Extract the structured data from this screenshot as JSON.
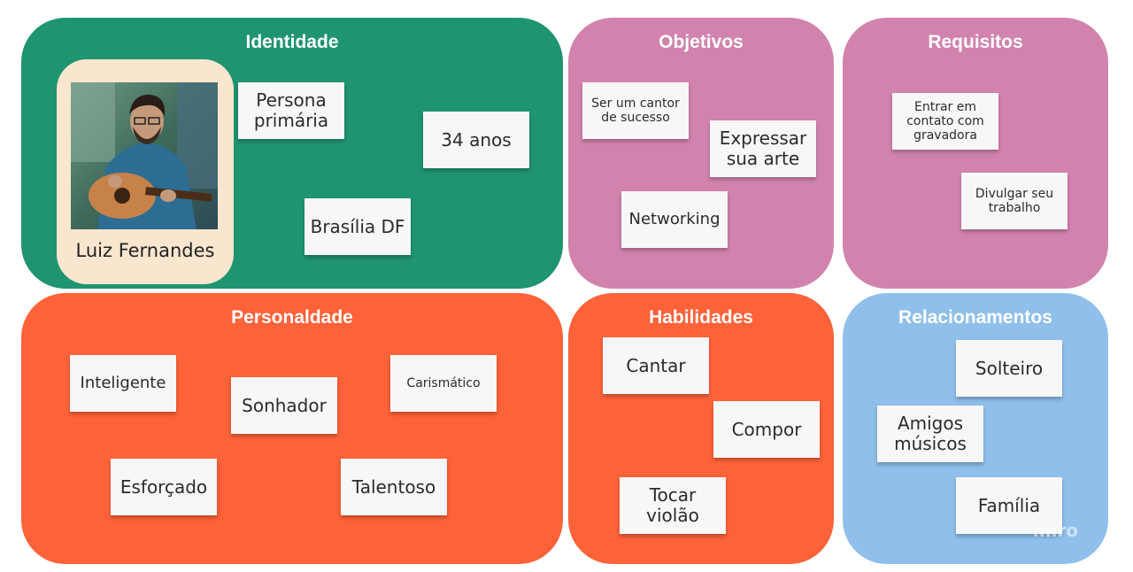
{
  "panels": {
    "identidade": {
      "title": "Identidade",
      "color": "#1f9471"
    },
    "objetivos": {
      "title": "Objetivos",
      "color": "#d183ae"
    },
    "requisitos": {
      "title": "Requisitos",
      "color": "#d183ae"
    },
    "personalidade": {
      "title": "Personaldade",
      "color": "#fe6239"
    },
    "habilidades": {
      "title": "Habilidades",
      "color": "#fe6239"
    },
    "relacionamentos": {
      "title": "Relacionamentos",
      "color": "#8fbfea"
    }
  },
  "persona": {
    "name": "Luiz Fernandes",
    "photo_icon": "guitarist-photo"
  },
  "notes": {
    "identidade": [
      "Persona primária",
      "34 anos",
      "Brasília DF"
    ],
    "objetivos": [
      "Ser um cantor de sucesso",
      "Expressar sua arte",
      "Networking"
    ],
    "requisitos": [
      "Entrar em contato com gravadora",
      "Divulgar seu trabalho"
    ],
    "personalidade": [
      "Inteligente",
      "Sonhador",
      "Carismático",
      "Esforçado",
      "Talentoso"
    ],
    "habilidades": [
      "Cantar",
      "Compor",
      "Tocar violão"
    ],
    "relacionamentos": [
      "Solteiro",
      "Amigos músicos",
      "Família"
    ]
  },
  "watermark": "miro"
}
